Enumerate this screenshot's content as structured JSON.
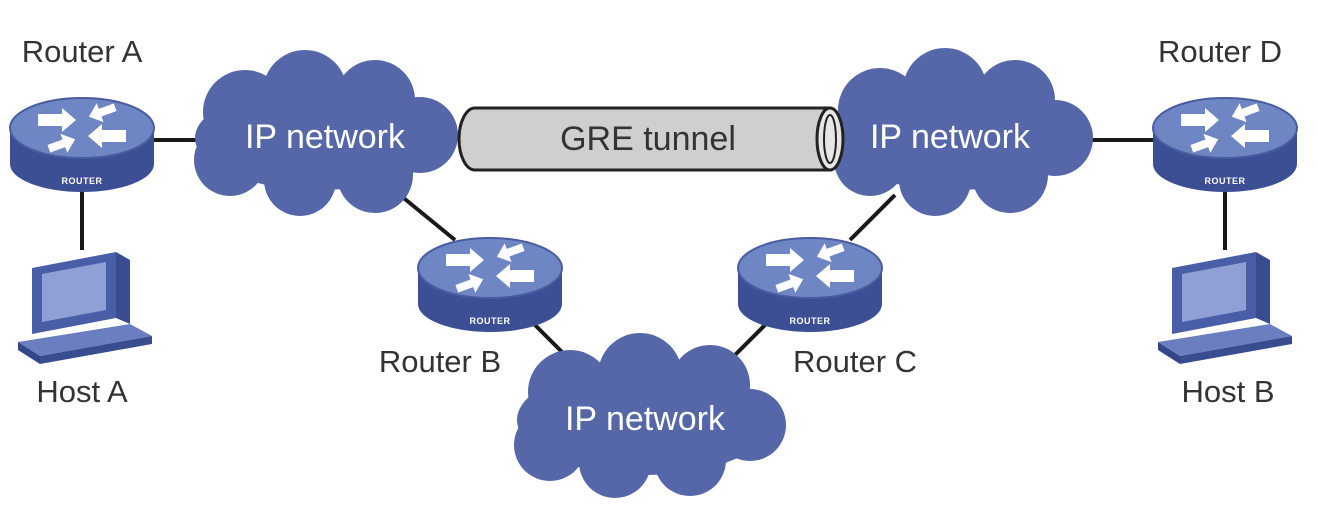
{
  "routers": {
    "a": {
      "label": "Router A",
      "badge": "ROUTER"
    },
    "b": {
      "label": "Router B",
      "badge": "ROUTER"
    },
    "c": {
      "label": "Router C",
      "badge": "ROUTER"
    },
    "d": {
      "label": "Router D",
      "badge": "ROUTER"
    }
  },
  "hosts": {
    "a": {
      "label": "Host A"
    },
    "b": {
      "label": "Host B"
    }
  },
  "clouds": {
    "left": {
      "label": "IP network"
    },
    "right": {
      "label": "IP network"
    },
    "bottom": {
      "label": "IP network"
    }
  },
  "tunnel": {
    "label": "GRE tunnel"
  },
  "colors": {
    "cloud": "#5567a8",
    "router_top": "#6f86c4",
    "router_side": "#3d4f94",
    "tunnel_fill": "#cfcfcf",
    "tunnel_stroke": "#222222",
    "host": "#5b6fb4"
  }
}
